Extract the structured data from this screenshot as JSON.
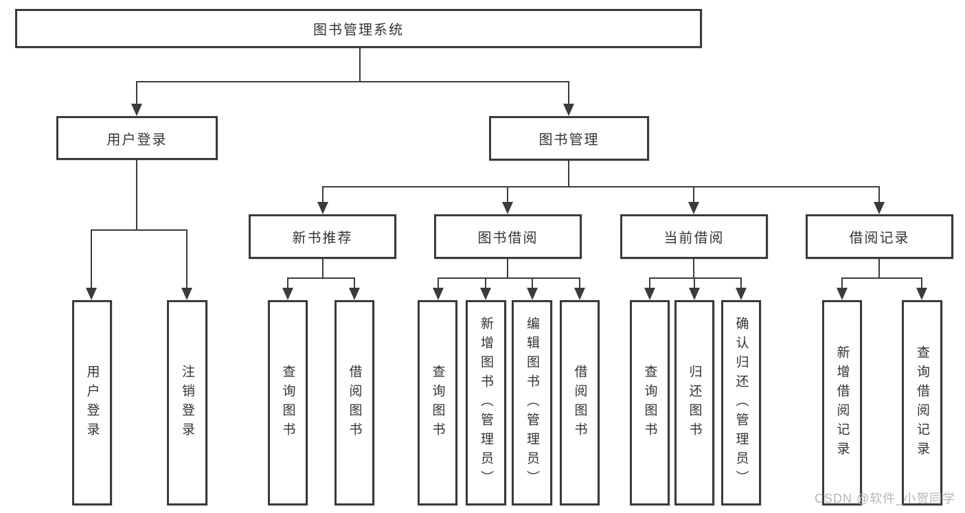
{
  "diagram": {
    "root": {
      "label": "图书管理系统"
    },
    "level2": [
      {
        "label": "用户登录"
      },
      {
        "label": "图书管理"
      }
    ],
    "level3": [
      {
        "label": "新书推荐"
      },
      {
        "label": "图书借阅"
      },
      {
        "label": "当前借阅"
      },
      {
        "label": "借阅记录"
      }
    ],
    "leaves": {
      "user_login": [
        "用户登录",
        "注销登录"
      ],
      "new_books": [
        "查询图书",
        "借阅图书"
      ],
      "book_borrow": [
        "查询图书",
        "新增图书（管理员）",
        "编辑图书（管理员）",
        "借阅图书"
      ],
      "current_borrow": [
        "查询图书",
        "归还图书",
        "确认归还（管理员）"
      ],
      "borrow_records": [
        "新增借阅记录",
        "查询借阅记录"
      ]
    }
  },
  "watermark": {
    "text": "CSDN @软件_小贺同学"
  },
  "colors": {
    "line": "#3b3b3b",
    "border": "#3a3a3a",
    "text": "#333333",
    "watermark": "#b5b5b5",
    "background": "#ffffff"
  }
}
